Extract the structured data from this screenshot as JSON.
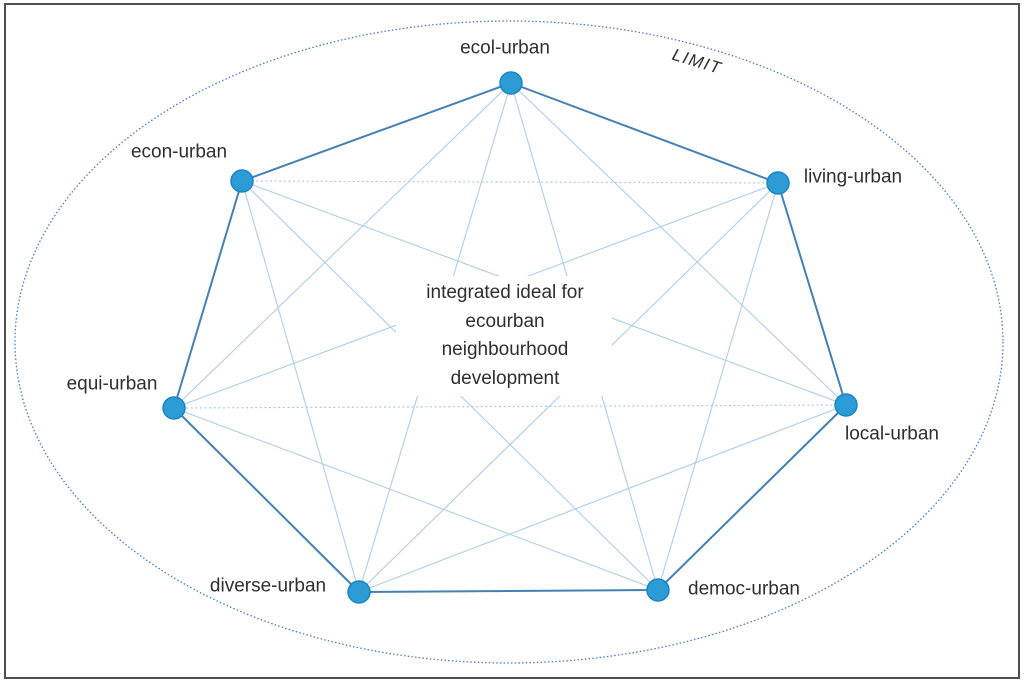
{
  "diagram": {
    "title_hidden": "",
    "limit_label": "LIMIT",
    "center_text": "integrated ideal for\necourban\nneighbourhood\ndevelopment",
    "nodes": [
      {
        "id": "ecol",
        "label": "ecol-urban"
      },
      {
        "id": "living",
        "label": "living-urban"
      },
      {
        "id": "local",
        "label": "local-urban"
      },
      {
        "id": "democ",
        "label": "democ-urban"
      },
      {
        "id": "diverse",
        "label": "diverse-urban"
      },
      {
        "id": "equi",
        "label": "equi-urban"
      },
      {
        "id": "econ",
        "label": "econ-urban"
      }
    ],
    "colors": {
      "node_fill": "#2c9cd7",
      "node_stroke": "#1b84c2",
      "perimeter_edge": "#4580b4",
      "diagonal_edge": "#afcdea",
      "boundary_ellipse": "#4a7cc2",
      "text": "#2f2f2f",
      "frame": "#4f4f4f"
    }
  }
}
